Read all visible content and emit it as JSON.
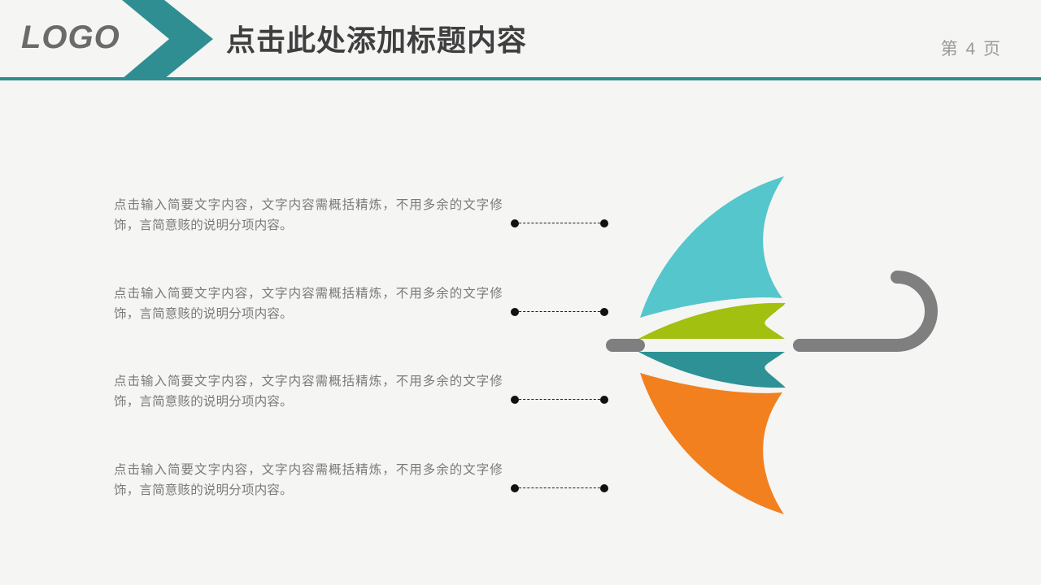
{
  "slide": {
    "background_color": "#f5f5f4",
    "accent_color": "#2f8e92"
  },
  "header": {
    "logo": "LOGO",
    "title": "点击此处添加标题内容",
    "page_label": "第 4 页",
    "chevron_color": "#2f8e92",
    "rule_color": "#2f8e92",
    "logo_color": "#6b6b6b",
    "title_color": "#3f3f3f",
    "page_label_color": "#9a9a9a"
  },
  "body": {
    "rows": [
      {
        "text": "点击输入简要文字内容，文字内容需概括精炼，不用多余的文字修饰，言简意赅的说明分项内容。",
        "panel_color": "#54c6cc"
      },
      {
        "text": "点击输入简要文字内容，文字内容需概括精炼，不用多余的文字修饰，言简意赅的说明分项内容。",
        "panel_color": "#a2c00f"
      },
      {
        "text": "点击输入简要文字内容，文字内容需概括精炼，不用多余的文字修饰，言简意赅的说明分项内容。",
        "panel_color": "#2d9195"
      },
      {
        "text": "点击输入简要文字内容，文字内容需概括精炼，不用多余的文字修饰，言简意赅的说明分项内容。",
        "panel_color": "#f2801e"
      }
    ]
  },
  "umbrella": {
    "panels": [
      {
        "name": "panel-cyan",
        "color": "#54c6cc"
      },
      {
        "name": "panel-green",
        "color": "#a2c00f"
      },
      {
        "name": "panel-darkteal",
        "color": "#2d9195"
      },
      {
        "name": "panel-orange",
        "color": "#f2801e"
      }
    ],
    "handle_color": "#7f7f7f",
    "ferrule_color": "#7f7f7f"
  }
}
